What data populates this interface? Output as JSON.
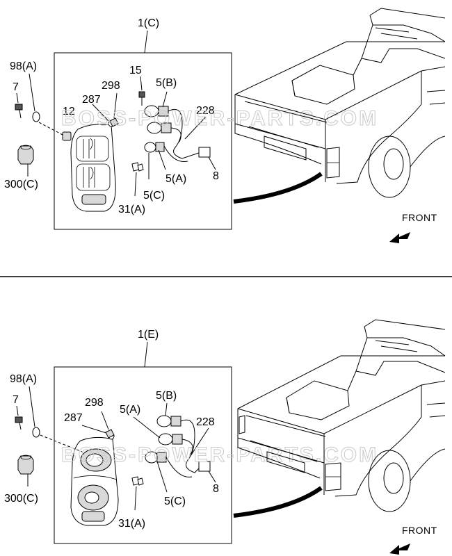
{
  "watermark": "BOSS-POWER-PARTS.COM",
  "top": {
    "assembly": "1(C)",
    "labels": {
      "p98": "98(A)",
      "p7": "7",
      "p12": "12",
      "p287": "287",
      "p298": "298",
      "p15": "15",
      "p5b": "5(B)",
      "p228": "228",
      "p8": "8",
      "p5a": "5(A)",
      "p5c": "5(C)",
      "p31": "31(A)",
      "p300": "300(C)"
    },
    "front": "FRONT"
  },
  "bottom": {
    "assembly": "1(E)",
    "labels": {
      "p98": "98(A)",
      "p7": "7",
      "p298": "298",
      "p287": "287",
      "p5a": "5(A)",
      "p5b": "5(B)",
      "p228": "228",
      "p8": "8",
      "p5c": "5(C)",
      "p31": "31(A)",
      "p300": "300(C)"
    },
    "front": "FRONT"
  }
}
